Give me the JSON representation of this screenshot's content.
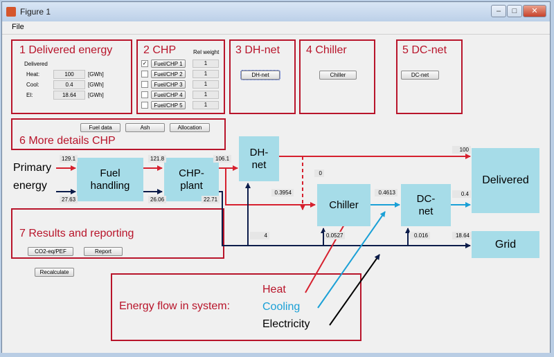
{
  "window": {
    "title": "Figure 1",
    "minimize_glyph": "–",
    "maximize_glyph": "□",
    "close_glyph": "✕"
  },
  "menubar": {
    "file": "File"
  },
  "panels": {
    "delivered": {
      "title": "1 Delivered energy",
      "subtitle": "Delivered",
      "rows": [
        {
          "label": "Heat:",
          "value": "100",
          "unit": "[GWh]"
        },
        {
          "label": "Cool:",
          "value": "0.4",
          "unit": "[GWh]"
        },
        {
          "label": "El:",
          "value": "18.64",
          "unit": "[GWh]"
        }
      ]
    },
    "chp": {
      "title": "2 CHP",
      "weight_header": "Rel weight",
      "rows": [
        {
          "checked": true,
          "label": "Fuel/CHP 1",
          "weight": "1"
        },
        {
          "checked": false,
          "label": "Fuel/CHP 2",
          "weight": "1"
        },
        {
          "checked": false,
          "label": "Fuel/CHP 3",
          "weight": "1"
        },
        {
          "checked": false,
          "label": "Fuel/CHP 4",
          "weight": "1"
        },
        {
          "checked": false,
          "label": "Fuel/CHP 5",
          "weight": "1"
        }
      ]
    },
    "dhnet": {
      "title": "3 DH-net",
      "button": "DH-net"
    },
    "chiller": {
      "title": "4 Chiller",
      "button": "Chiller"
    },
    "dcnet": {
      "title": "5 DC-net",
      "button": "DC-net"
    },
    "details": {
      "title": "6 More details CHP",
      "buttons": [
        "Fuel data",
        "Ash",
        "Allocation"
      ]
    },
    "results": {
      "title": "7 Results and reporting",
      "buttons": [
        "CO2-eq/PEF",
        "Report"
      ]
    },
    "recalculate": "Recalculate"
  },
  "diagram": {
    "primary_line1": "Primary",
    "primary_line2": "energy",
    "nodes": {
      "fuel_handling": "Fuel handling",
      "chp_plant": "CHP- plant",
      "dh_net": "DH- net",
      "chiller": "Chiller",
      "dc_net": "DC- net",
      "delivered": "Delivered",
      "grid": "Grid"
    },
    "values": {
      "primary_heat": "129.1",
      "primary_el": "27.63",
      "fuel_to_chp_heat": "121.8",
      "fuel_to_chp_el": "26.06",
      "chp_to_dh": "106.1",
      "chp_el_out": "22.71",
      "dh_to_chiller_dashed": "0",
      "chp_to_chiller": "0.3954",
      "chiller_to_dc": "0.4613",
      "dh_to_delivered": "100",
      "dc_to_delivered": "0.4",
      "el_to_dh": "4",
      "el_to_chiller": "0.0527",
      "el_to_dc": "0.016",
      "grid": "18.64"
    }
  },
  "legend": {
    "heading": "Energy flow in system:",
    "heat": "Heat",
    "cooling": "Cooling",
    "electricity": "Electricity"
  },
  "colors": {
    "heat": "#d6202e",
    "cooling": "#1aa0d6",
    "electricity": "#0c1c4a",
    "panel_border": "#b8142a",
    "node_fill": "#a6dce8"
  }
}
